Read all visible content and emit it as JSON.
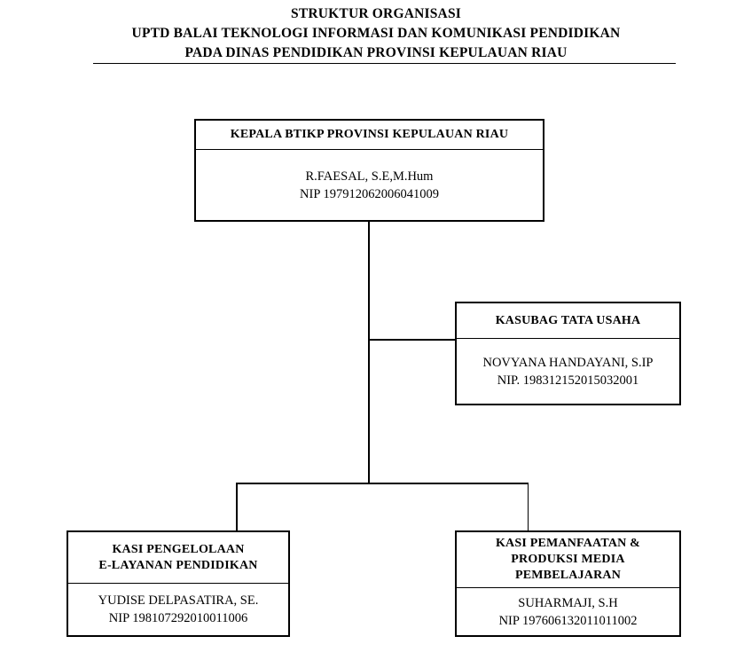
{
  "title": {
    "line1": "STRUKTUR ORGANISASI",
    "line2": "UPTD BALAI TEKNOLOGI INFORMASI DAN KOMUNIKASI PENDIDIKAN",
    "line3": "PADA DINAS PENDIDIKAN PROVINSI KEPULAUAN RIAU"
  },
  "nodes": {
    "kepala": {
      "title": "KEPALA BTIKP PROVINSI KEPULAUAN RIAU",
      "name": "R.FAESAL, S.E,M.Hum",
      "nip": "NIP 197912062006041009"
    },
    "kasubag": {
      "title": "KASUBAG TATA USAHA",
      "name": "NOVYANA HANDAYANI, S.IP",
      "nip": "NIP. 198312152015032001"
    },
    "kasi_pengelolaan": {
      "title1": "KASI PENGELOLAAN",
      "title2": "E-LAYANAN PENDIDIKAN",
      "name": "YUDISE DELPASATIRA, SE.",
      "nip": "NIP 198107292010011006"
    },
    "kasi_pemanfaatan": {
      "title1": "KASI PEMANFAATAN &",
      "title2": "PRODUKSI MEDIA",
      "title3": "PEMBELAJARAN",
      "name": "SUHARMAJI, S.H",
      "nip": "NIP 197606132011011002"
    }
  },
  "colors": {
    "line": "#000000",
    "text": "#000000",
    "background": "#ffffff"
  }
}
